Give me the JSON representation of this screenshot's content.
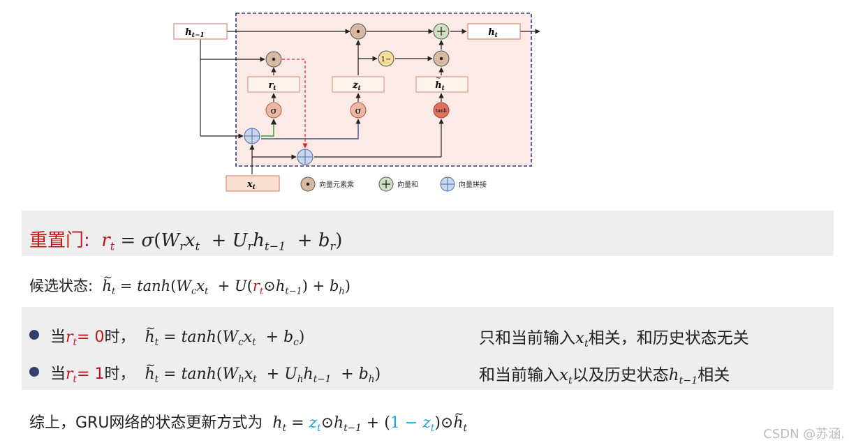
{
  "diagram": {
    "nodes": {
      "h_prev": "h",
      "h_prev_sub": "t−1",
      "h_out": "h",
      "h_out_sub": "t",
      "x_in": "x",
      "x_in_sub": "t",
      "r_box": "r",
      "r_sub": "t",
      "z_box": "z",
      "z_sub": "t",
      "h_cand": "h",
      "h_cand_sub": "t",
      "sigma": "σ",
      "tanh": "tanh",
      "one_minus": "1−",
      "dot": "•",
      "plus": "+"
    },
    "legend": [
      {
        "label": "向量元素乘"
      },
      {
        "label": "向量和"
      },
      {
        "label": "向量拼接"
      }
    ],
    "colors": {
      "panel_fill": "#fbeae5",
      "panel_border": "#2b3a7a",
      "dot_node": "#d8b8a0",
      "plus_node": "#cfe0c3",
      "concat_node": "#c8d6ee",
      "one_minus_node": "#f6dd9a",
      "tanh_node": "#e0715e",
      "reset_path": "#e02020",
      "green_path": "#2ca02c"
    }
  },
  "equations": {
    "reset_label": "重置门:",
    "candidate_label": "候选状态:",
    "case_r0_pre": "当",
    "case_r0_eq": "= 0",
    "case_r0_post": "时，",
    "case_r1_pre": "当",
    "case_r1_eq": "= 1",
    "case_r1_post": "时，",
    "note_r0": "只和当前输入",
    "note_r0_post": "相关，和历史状态无关",
    "note_r1": "和当前输入",
    "note_r1_mid": "以及历史状态",
    "note_r1_post": "相关",
    "summary_label": "综上，GRU网络的状态更新方式为"
  },
  "watermark": "CSDN @苏涵."
}
